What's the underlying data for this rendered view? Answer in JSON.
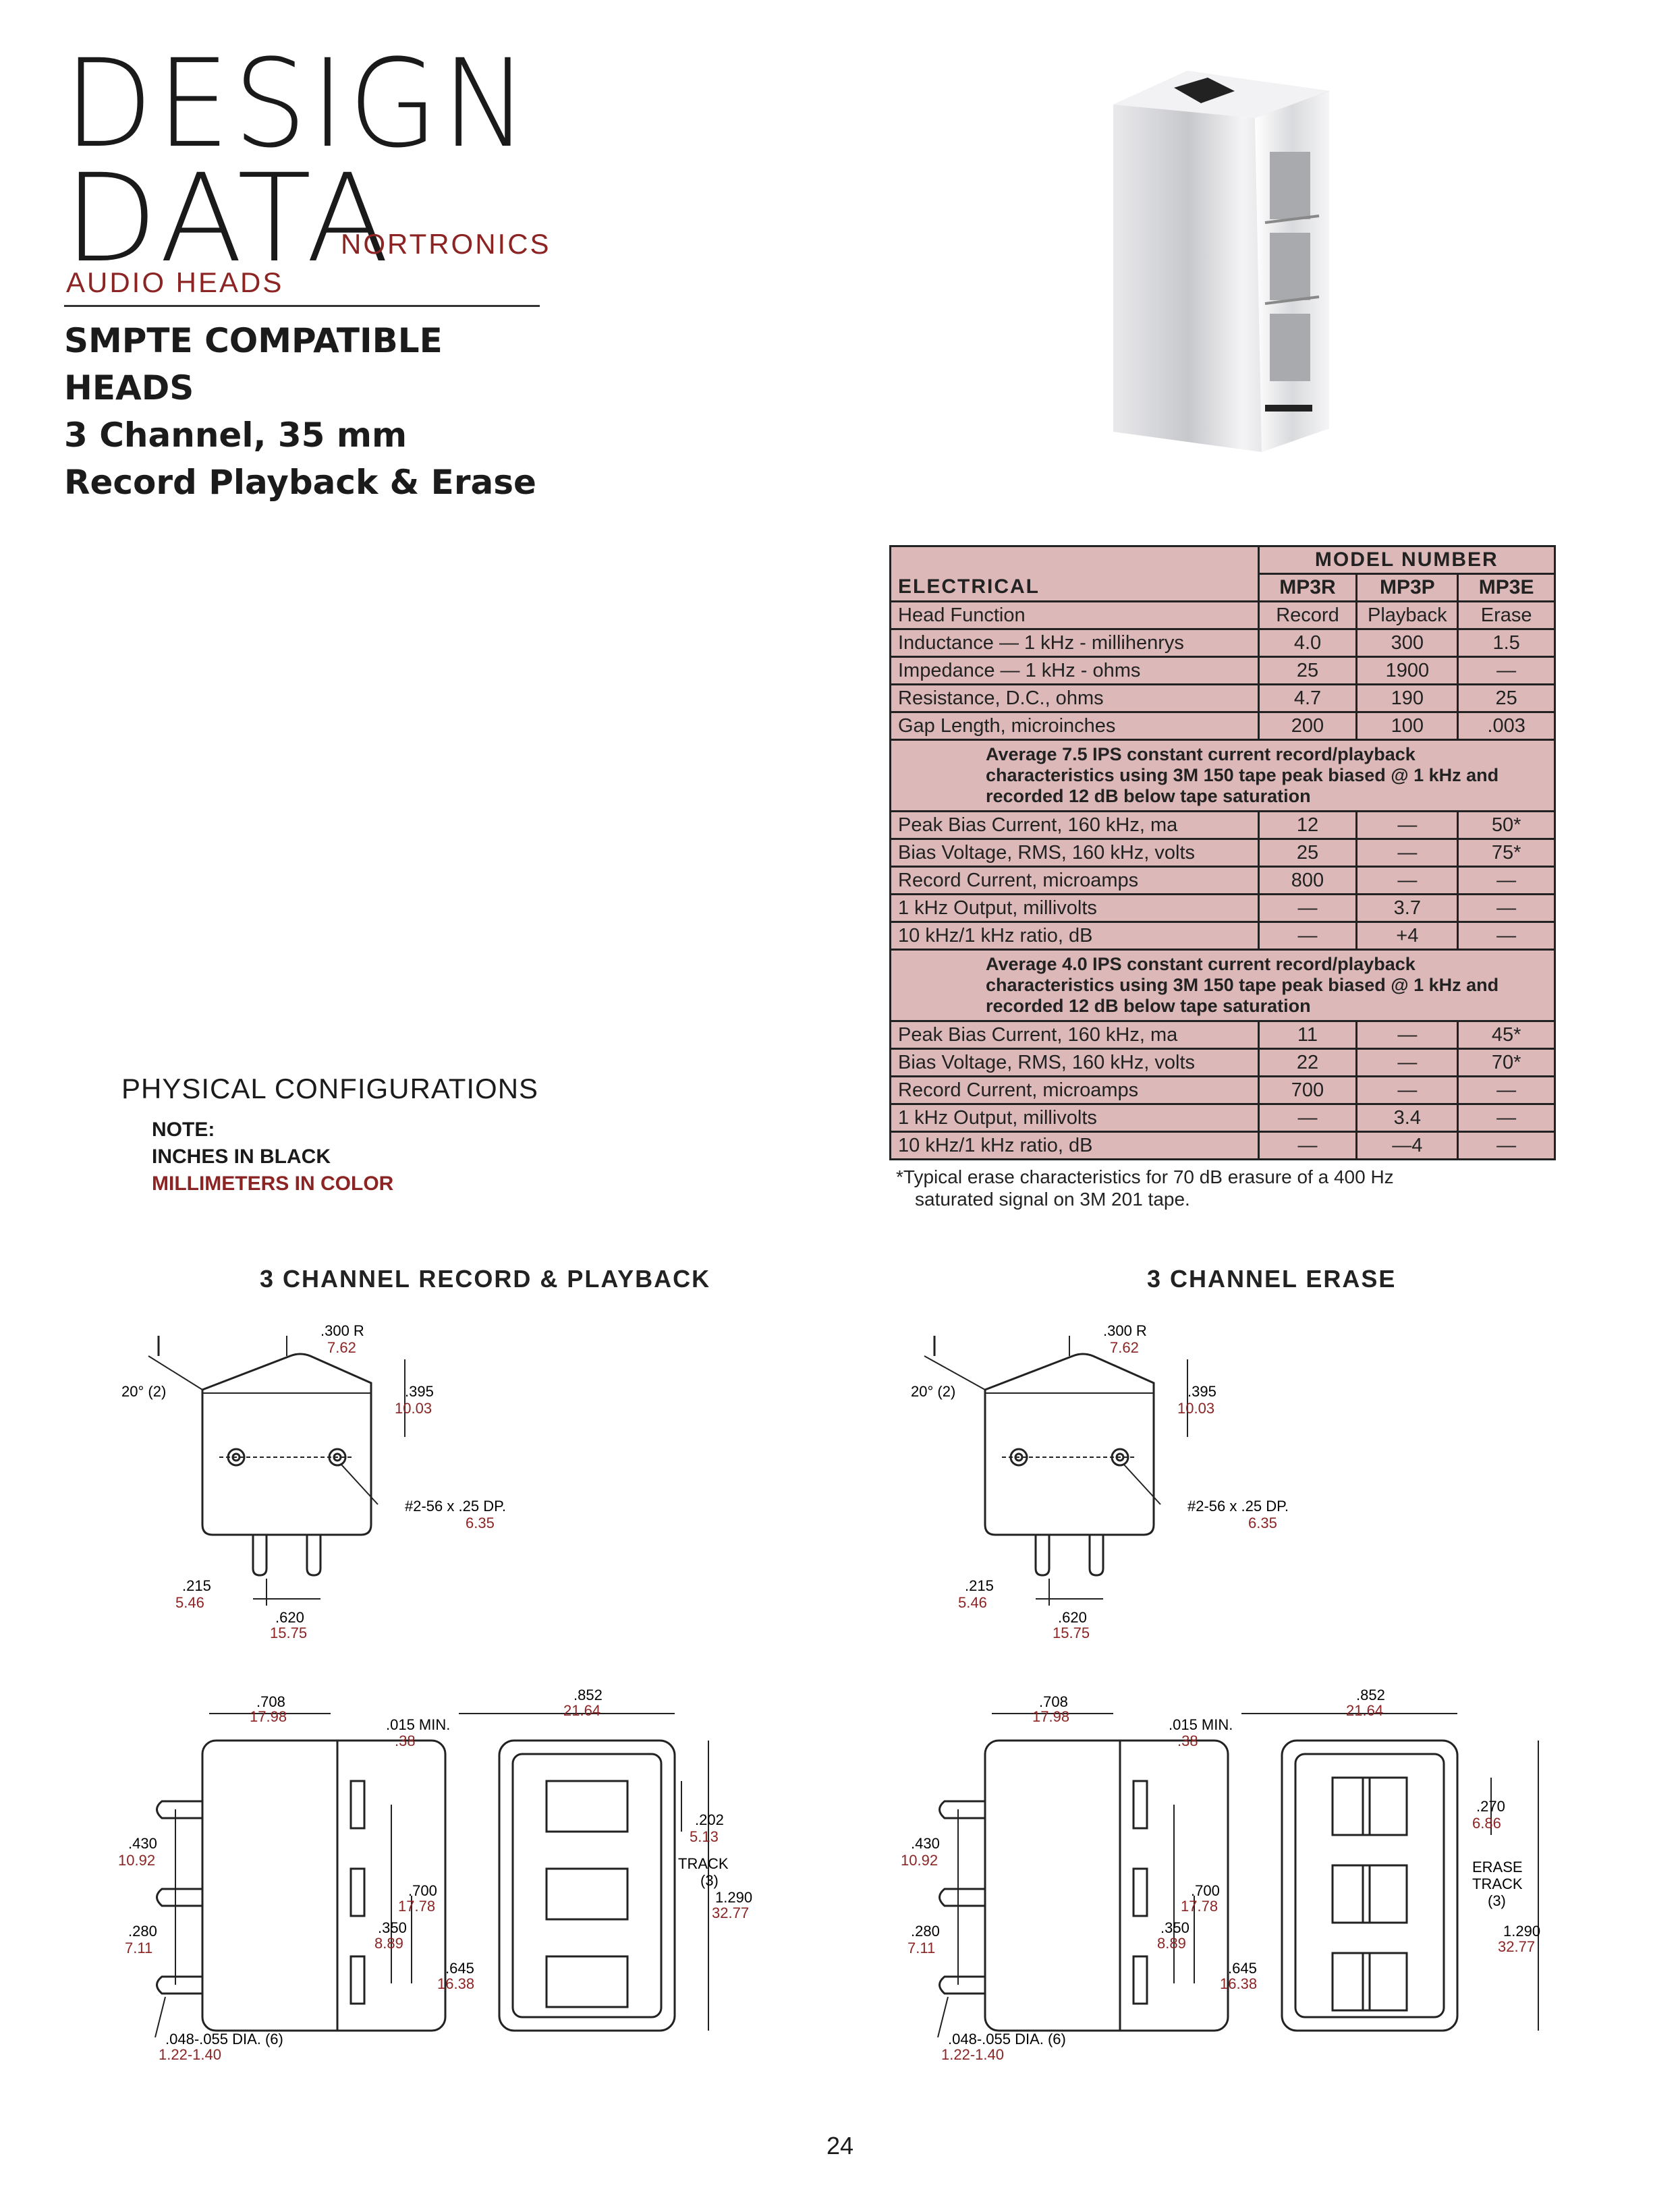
{
  "brand": {
    "logo_line1": "DESIGN",
    "logo_line2": "DATA",
    "company": "NORTRONICS",
    "category": "AUDIO HEADS"
  },
  "title": {
    "line1": "SMPTE COMPATIBLE HEADS",
    "line2": "3 Channel, 35 mm",
    "line3": "Record Playback & Erase"
  },
  "table": {
    "model_number_label": "MODEL NUMBER",
    "section_label": "ELECTRICAL",
    "models": [
      "MP3R",
      "MP3P",
      "MP3E"
    ],
    "rows_top": [
      {
        "label": "Head Function",
        "values": [
          "Record",
          "Playback",
          "Erase"
        ]
      },
      {
        "label": "Inductance — 1 kHz - millihenrys",
        "values": [
          "4.0",
          "300",
          "1.5"
        ]
      },
      {
        "label": "Impedance — 1 kHz - ohms",
        "values": [
          "25",
          "1900",
          "—"
        ]
      },
      {
        "label": "Resistance, D.C., ohms",
        "values": [
          "4.7",
          "190",
          "25"
        ]
      },
      {
        "label": "Gap Length, microinches",
        "values": [
          "200",
          "100",
          ".003"
        ]
      }
    ],
    "sub1": "Average 7.5 IPS constant current record/playback characteristics using 3M 150 tape peak biased @ 1 kHz and recorded 12 dB below tape saturation",
    "rows_mid": [
      {
        "label": "Peak Bias Current, 160 kHz, ma",
        "values": [
          "12",
          "—",
          "50*"
        ]
      },
      {
        "label": "Bias Voltage, RMS, 160 kHz, volts",
        "values": [
          "25",
          "—",
          "75*"
        ]
      },
      {
        "label": "Record Current, microamps",
        "values": [
          "800",
          "—",
          "—"
        ]
      },
      {
        "label": "1 kHz Output, millivolts",
        "values": [
          "—",
          "3.7",
          "—"
        ]
      },
      {
        "label": "10 kHz/1 kHz ratio, dB",
        "values": [
          "—",
          "+4",
          "—"
        ]
      }
    ],
    "sub2": "Average 4.0 IPS constant current record/playback characteristics using 3M 150 tape peak biased @ 1 kHz and recorded 12 dB below tape saturation",
    "rows_bot": [
      {
        "label": "Peak Bias Current, 160 kHz, ma",
        "values": [
          "11",
          "—",
          "45*"
        ]
      },
      {
        "label": "Bias Voltage, RMS, 160 kHz, volts",
        "values": [
          "22",
          "—",
          "70*"
        ]
      },
      {
        "label": "Record Current, microamps",
        "values": [
          "700",
          "—",
          "—"
        ]
      },
      {
        "label": "1 kHz Output, millivolts",
        "values": [
          "—",
          "3.4",
          "—"
        ]
      },
      {
        "label": "10 kHz/1 kHz ratio, dB",
        "values": [
          "—",
          "—4",
          "—"
        ]
      }
    ],
    "footnote_line1": "*Typical erase characteristics for 70 dB erasure of a 400 Hz",
    "footnote_line2": "saturated signal on 3M 201 tape."
  },
  "physical": {
    "heading": "PHYSICAL CONFIGURATIONS",
    "note_label": "NOTE:",
    "note_black": "INCHES IN BLACK",
    "note_color": "MILLIMETERS IN COLOR"
  },
  "diagrams": {
    "left_caption": "3 CHANNEL RECORD & PLAYBACK",
    "right_caption": "3 CHANNEL ERASE",
    "dims": {
      "radius_in": ".300 R",
      "radius_mm": "7.62",
      "angle": "20° (2)",
      "h395_in": ".395",
      "h395_mm": "10.03",
      "screw_in": "#2-56 x .25 DP.",
      "screw_mm": "6.35",
      "d215_in": ".215",
      "d215_mm": "5.46",
      "d620_in": ".620",
      "d620_mm": "15.75",
      "d708_in": ".708",
      "d708_mm": "17.98",
      "min015_in": ".015 MIN.",
      "min015_mm": ".38",
      "d852_in": ".852",
      "d852_mm": "21.64",
      "d430_in": ".430",
      "d430_mm": "10.92",
      "d280_in": ".280",
      "d280_mm": "7.11",
      "d700_in": ".700",
      "d700_mm": "17.78",
      "d350_in": ".350",
      "d350_mm": "8.89",
      "d645_in": ".645",
      "d645_mm": "16.38",
      "d1290_in": "1.290",
      "d1290_mm": "32.77",
      "dia_in": ".048-.055 DIA. (6)",
      "dia_mm": "1.22-1.40",
      "track202_in": ".202",
      "track202_mm": "5.13",
      "track_label": "TRACK",
      "track_count": "(3)",
      "track270_in": ".270",
      "track270_mm": "6.86",
      "erase_label1": "ERASE",
      "erase_label2": "TRACK",
      "erase_count": "(3)"
    }
  },
  "page_number": "24",
  "colors": {
    "accent_red": "#8c2424",
    "table_fill": "#dcb8b8"
  }
}
